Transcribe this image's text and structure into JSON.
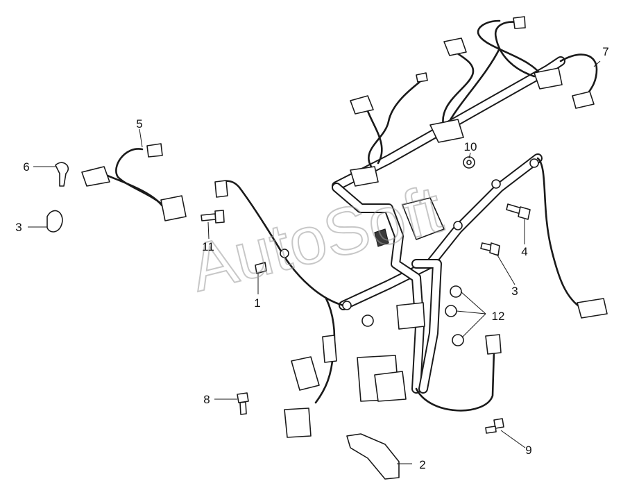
{
  "watermark": "AutoSoft",
  "callouts": {
    "c1": "1",
    "c2": "2",
    "c3a": "3",
    "c3b": "3",
    "c4": "4",
    "c5": "5",
    "c6": "6",
    "c7": "7",
    "c8": "8",
    "c9": "9",
    "c10": "10",
    "c11": "11",
    "c12": "12"
  }
}
